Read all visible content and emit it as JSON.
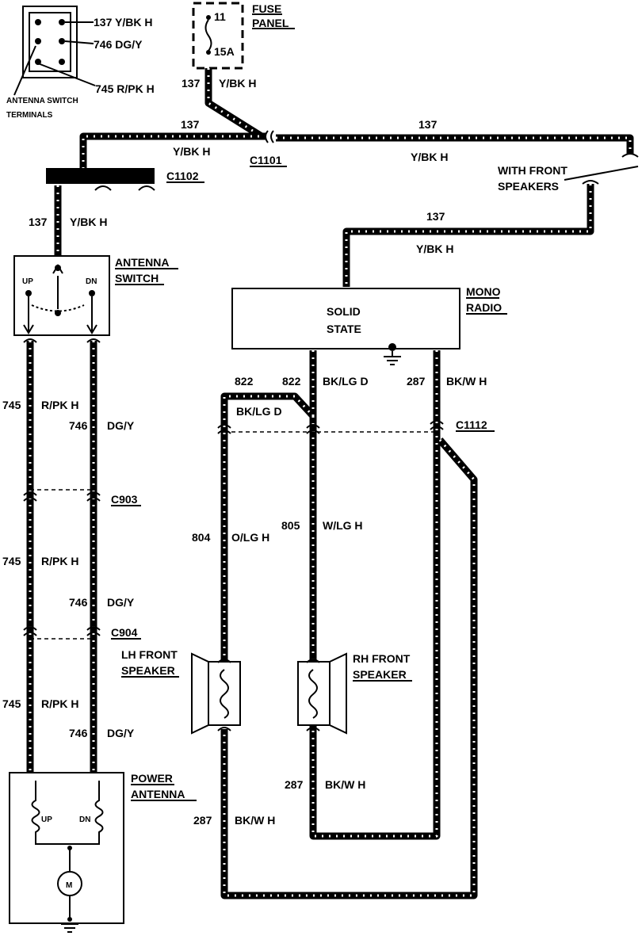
{
  "terminals_inset": {
    "label_137": "137 Y/BK H",
    "label_746": "746 DG/Y",
    "label_745": "745  R/PK H",
    "caption_line1": "ANTENNA SWITCH",
    "caption_line2": "TERMINALS"
  },
  "fuse_panel": {
    "title_line1": "FUSE",
    "title_line2": "PANEL",
    "fuse_number": "11",
    "fuse_rating": "15A"
  },
  "connectors": {
    "c1101": "C1101",
    "c1102": "C1102",
    "c903": "C903",
    "c904": "C904",
    "c1112": "C1112"
  },
  "components": {
    "antenna_switch_line1": "ANTENNA",
    "antenna_switch_line2": "SWITCH",
    "switch_up": "UP",
    "switch_dn": "DN",
    "mono_radio_line1": "MONO",
    "mono_radio_line2": "RADIO",
    "radio_text_line1": "SOLID",
    "radio_text_line2": "STATE",
    "with_front_speakers_line1": "WITH FRONT",
    "with_front_speakers_line2": "SPEAKERS",
    "lh_speaker_line1": "LH FRONT",
    "lh_speaker_line2": "SPEAKER",
    "rh_speaker_line1": "RH FRONT",
    "rh_speaker_line2": "SPEAKER",
    "power_antenna_line1": "POWER",
    "power_antenna_line2": "ANTENNA",
    "motor_up": "UP",
    "motor_dn": "DN",
    "motor_symbol": "M"
  },
  "wires": {
    "fuse_137_num": "137",
    "fuse_137_color": "Y/BK H",
    "left_137_num": "137",
    "left_137_color": "Y/BK H",
    "right_137_num": "137",
    "right_137_color": "Y/BK H",
    "drop_137_num": "137",
    "drop_137_color": "Y/BK H",
    "radio_137_num": "137",
    "radio_137_color": "Y/BK H",
    "w745_a_num": "745",
    "w745_a_color": "R/PK H",
    "w746_a_num": "746",
    "w746_a_color": "DG/Y",
    "w745_b_num": "745",
    "w745_b_color": "R/PK H",
    "w746_b_num": "746",
    "w746_b_color": "DG/Y",
    "w745_c_num": "745",
    "w745_c_color": "R/PK H",
    "w746_c_num": "746",
    "w746_c_color": "DG/Y",
    "w822_a_num": "822",
    "w822_b_num": "822",
    "w822_b_color": "BK/LG D",
    "w822_a_color": "BK/LG D",
    "w287_top_num": "287",
    "w287_top_color": "BK/W H",
    "w804_num": "804",
    "w804_color": "O/LG H",
    "w805_num": "805",
    "w805_color": "W/LG H",
    "w287_mid_num": "287",
    "w287_mid_color": "BK/W H",
    "w287_low_num": "287",
    "w287_low_color": "BK/W H"
  }
}
